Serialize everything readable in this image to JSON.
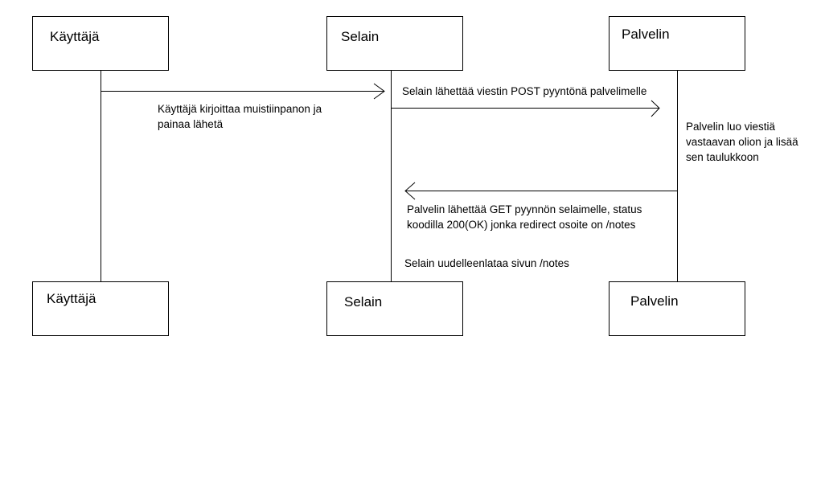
{
  "participants_top": {
    "user": "Käyttäjä",
    "browser": "Selain",
    "server": "Palvelin"
  },
  "participants_bottom": {
    "user": "Käyttäjä",
    "browser": "Selain",
    "server": "Palvelin"
  },
  "messages": {
    "user_to_browser": {
      "line1": "Käyttäjä kirjoittaa muistiinpanon ja",
      "line2": "painaa lähetä"
    },
    "browser_to_server": {
      "line1": "Selain lähettää viestin POST pyyntönä palvelimelle"
    },
    "server_note": {
      "line1": "Palvelin luo viestiä",
      "line2": "vastaavan olion ja lisää",
      "line3": "sen taulukkoon"
    },
    "server_to_browser": {
      "line1": "Palvelin lähettää GET pyynnön selaimelle, status",
      "line2": "koodilla 200(OK) jonka redirect osoite on /notes"
    },
    "browser_reload": {
      "line1": "Selain uudelleenlataa sivun /notes"
    }
  }
}
